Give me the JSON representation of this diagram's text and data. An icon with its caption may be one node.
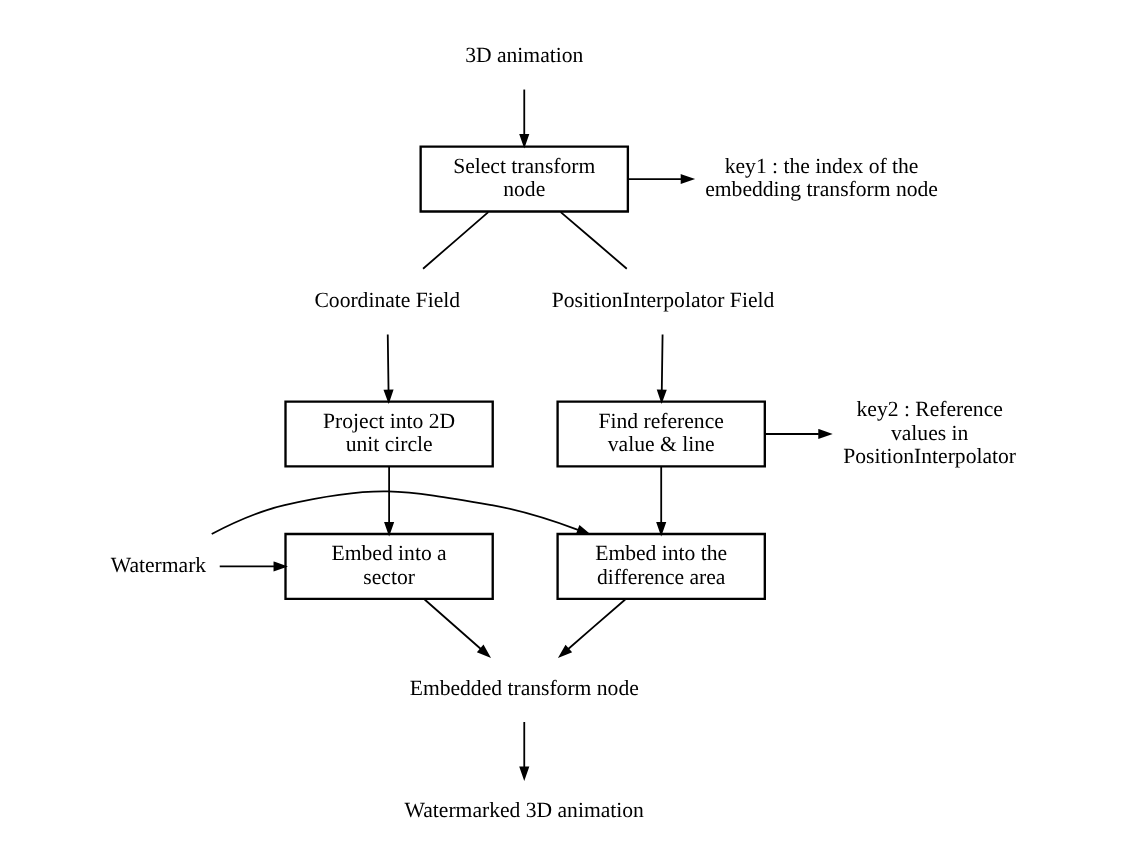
{
  "diagram": {
    "nodes": [
      {
        "text": [
          "3D animation"
        ]
      },
      {
        "text": [
          "Select transform node"
        ]
      },
      {
        "text": [
          "key1 : the index of the embedding transform node"
        ]
      },
      {
        "text": [
          "Coordinate Field"
        ]
      },
      {
        "text": [
          "PositionInterpolator Field"
        ]
      },
      {
        "text": [
          "Project into 2D unit circle"
        ]
      },
      {
        "text": [
          "Find reference value & line"
        ]
      },
      {
        "text": [
          "key2 : Reference values in PositionInterpolator"
        ]
      },
      {
        "text": [
          "Watermark"
        ]
      },
      {
        "text": [
          "Embed into a sector"
        ]
      },
      {
        "text": [
          "Embed into the difference area"
        ]
      },
      {
        "text": [
          "Embedded transform node"
        ]
      },
      {
        "text": [
          "Watermarked 3D animation"
        ]
      }
    ],
    "edges": [
      {
        "from": 0,
        "to": 1,
        "arrow": "to"
      },
      {
        "from": 1,
        "to": 2,
        "arrow": "to"
      },
      {
        "from": 1,
        "to": 3,
        "arrow": "none"
      },
      {
        "from": 1,
        "to": 4,
        "arrow": "none"
      },
      {
        "from": 3,
        "to": 5,
        "arrow": "to"
      },
      {
        "from": 4,
        "to": 6,
        "arrow": "to"
      },
      {
        "from": 6,
        "to": 7,
        "arrow": "to"
      },
      {
        "from": 5,
        "to": 9,
        "arrow": "to"
      },
      {
        "from": 6,
        "to": 10,
        "arrow": "to"
      },
      {
        "from": 8,
        "to": 9,
        "arrow": "to"
      },
      {
        "from": 8,
        "to": 10,
        "arrow": "to"
      },
      {
        "from": 9,
        "to": 11,
        "arrow": "to"
      },
      {
        "from": 10,
        "to": 11,
        "arrow": "to"
      },
      {
        "from": 11,
        "to": 12,
        "arrow": "to"
      }
    ]
  }
}
